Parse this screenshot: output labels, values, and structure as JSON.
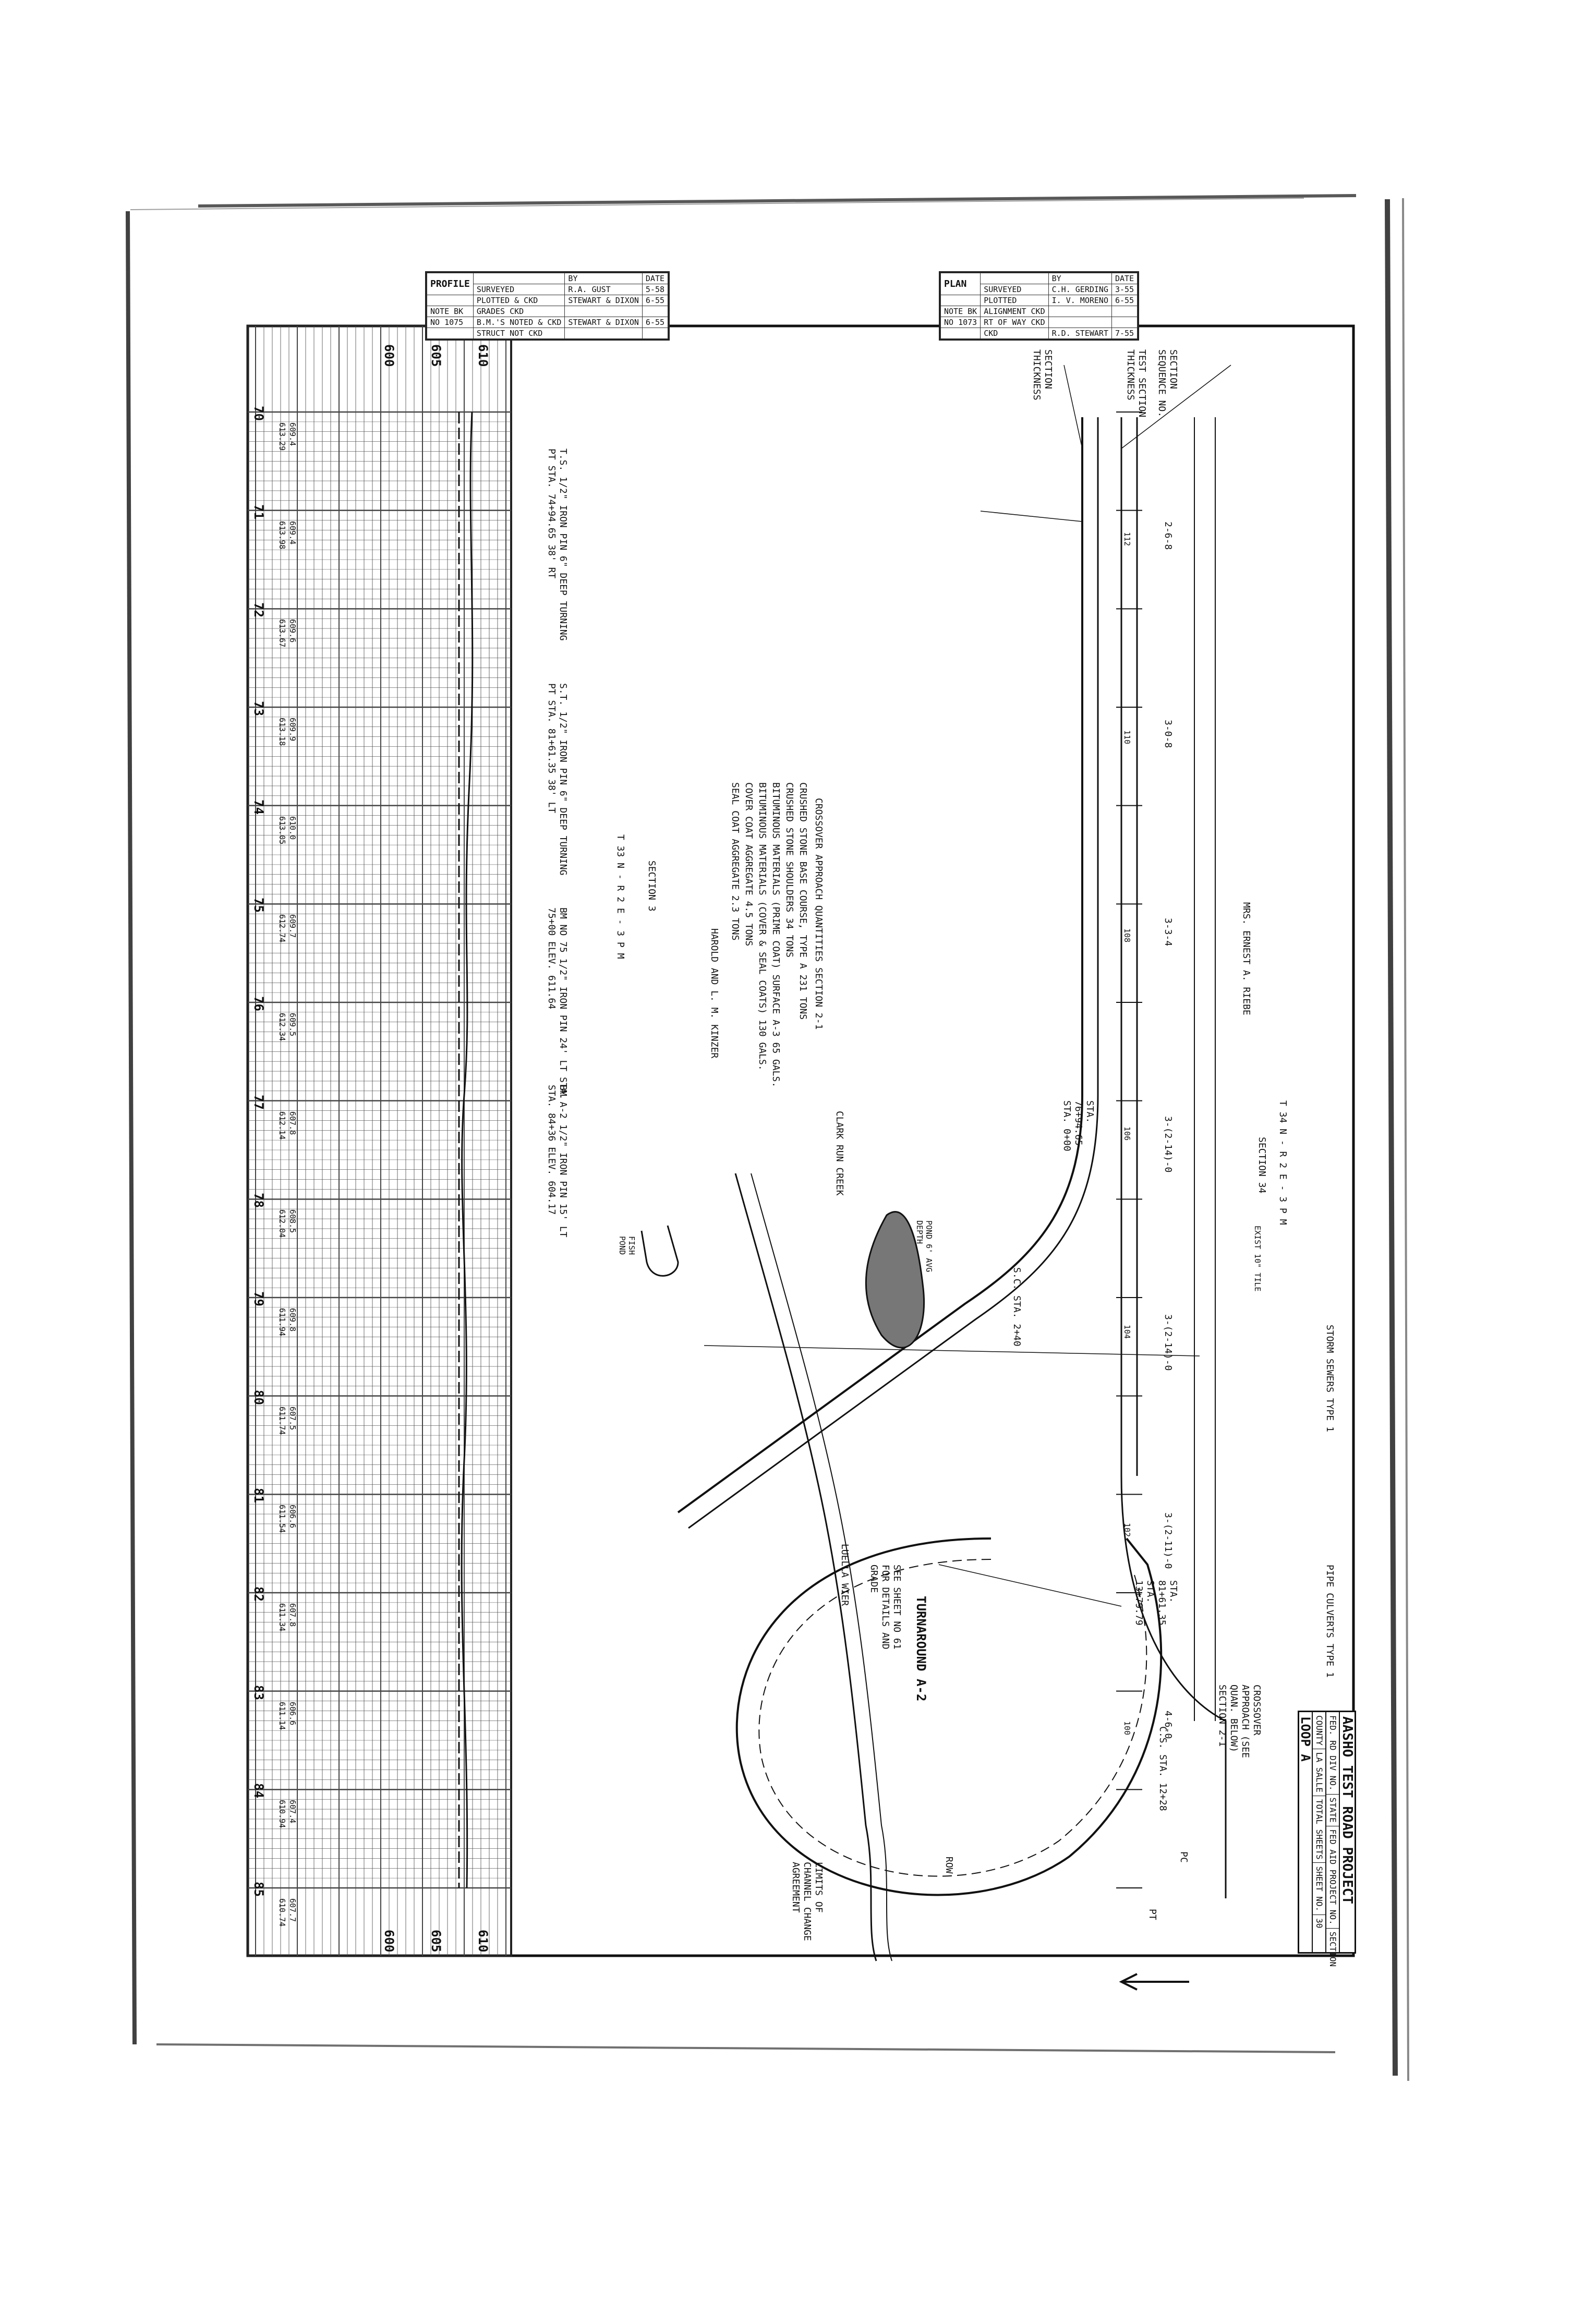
{
  "profile_block": {
    "title": "PROFILE",
    "columns": [
      "",
      "BY",
      "DATE"
    ],
    "rows": [
      {
        "label": "SURVEYED",
        "by": "R.A. GUST",
        "date": "5-58"
      },
      {
        "label": "PLOTTED & CKD",
        "by": "STEWART & DIXON",
        "date": "6-55"
      },
      {
        "label": "GRADES CKD",
        "by": "",
        "date": ""
      },
      {
        "label": "B.M.'S NOTED & CKD",
        "by": "STEWART & DIXON",
        "date": "6-55"
      },
      {
        "label": "STRUCT NOT CKD",
        "by": "",
        "date": ""
      }
    ],
    "note_bk_label": "NOTE BK",
    "note_bk_no": "NO 1075"
  },
  "plan_block": {
    "title": "PLAN",
    "columns": [
      "",
      "BY",
      "DATE"
    ],
    "rows": [
      {
        "label": "SURVEYED",
        "by": "C.H. GERDING",
        "date": "3-55"
      },
      {
        "label": "PLOTTED",
        "by": "I. V. MORENO",
        "date": "6-55"
      },
      {
        "label": "ALIGNMENT CKD",
        "by": "",
        "date": ""
      },
      {
        "label": "RT OF WAY CKD",
        "by": "",
        "date": ""
      },
      {
        "label": "CKD",
        "by": "R.D. STEWART",
        "date": "7-55"
      }
    ],
    "note_bk_label": "NOTE BK",
    "note_bk_no": "NO 1073"
  },
  "title_block": {
    "project": "AASHO TEST ROAD PROJECT",
    "fed_rd_label": "FED. RD DIV NO.",
    "state_label": "STATE",
    "fed_aid_label": "FED AID PROJECT NO.",
    "section_label": "SECTION",
    "county_label": "COUNTY",
    "county": "LA SALLE",
    "total_sheets_label": "TOTAL SHEETS",
    "sheet_no_label": "SHEET NO.",
    "sheet_no": "30",
    "loop": "LOOP A"
  },
  "profile_elevations": [
    "600",
    "605",
    "610"
  ],
  "stations": [
    "70",
    "71",
    "72",
    "73",
    "74",
    "75",
    "76",
    "77",
    "78",
    "79",
    "80",
    "81",
    "82",
    "83",
    "84",
    "85"
  ],
  "profile_readings": [
    {
      "station": "70",
      "a": "609.4",
      "b": "613.29"
    },
    {
      "station": "71",
      "a": "609.4",
      "b": "613.98"
    },
    {
      "station": "72",
      "a": "609.6",
      "b": "613.67"
    },
    {
      "station": "73",
      "a": "609.9",
      "b": "613.18"
    },
    {
      "station": "74",
      "a": "610.0",
      "b": "613.05"
    },
    {
      "station": "75",
      "a": "609.7",
      "b": "612.74"
    },
    {
      "station": "76",
      "a": "609.5",
      "b": "612.34"
    },
    {
      "station": "77",
      "a": "607.8",
      "b": "612.14"
    },
    {
      "station": "78",
      "a": "608.5",
      "b": "612.04"
    },
    {
      "station": "79",
      "a": "609.8",
      "b": "611.94"
    },
    {
      "station": "80",
      "a": "607.5",
      "b": "611.74"
    },
    {
      "station": "81",
      "a": "606.6",
      "b": "611.54"
    },
    {
      "station": "82",
      "a": "607.8",
      "b": "611.34"
    },
    {
      "station": "83",
      "a": "606.6",
      "b": "611.14"
    },
    {
      "station": "84",
      "a": "607.4",
      "b": "610.94"
    },
    {
      "station": "85",
      "a": "607.7",
      "b": "610.74"
    }
  ],
  "benchmarks": [
    "T.S. 1/2\" IRON PIN 6\" DEEP TURNING PT STA. 74+94.65 38' RT",
    "S.T. 1/2\" IRON PIN 6\" DEEP TURNING PT STA. 81+61.35 38' LT",
    "BM NO 75 1/2\" IRON PIN 24' LT STA. 75+00 ELEV. 611.64",
    "BM A-2 1/2\" IRON PIN 15' LT STA. 84+36 ELEV. 604.17"
  ],
  "crossover": {
    "heading": "CROSSOVER APPROACH QUANTITIES SECTION 2-1",
    "items": [
      "CRUSHED STONE BASE COURSE, TYPE A 231 TONS",
      "CRUSHED STONE SHOULDERS 34 TONS",
      "BITUMINOUS MATERIALS (PRIME COAT) SURFACE A-3 65 GALS.",
      "BITUMINOUS MATERIALS (COVER & SEAL COATS) 130 GALS.",
      "COVER COAT AGGREGATE 4.5 TONS",
      "SEAL COAT AGGREGATE 2.3 TONS"
    ]
  },
  "owners": [
    "MRS. ERNEST A. RIEBE",
    "HAROLD AND L. M. KINZER",
    "LUELLA WIER"
  ],
  "township": [
    "T 34 N - R 2 E - 3 P M",
    "SECTION 34",
    "T 33 N - R 2 E - 3 P M",
    "SECTION 3"
  ],
  "labels": {
    "section_seq": "SECTION SEQUENCE NO.",
    "test_section": "TEST SECTION THICKNESS",
    "section_thickness": "SECTION THICKNESS",
    "turnaround": "TURNAROUND A-2",
    "turnaround_sub": "SEE SHEET NO 61 FOR DETAILS AND GRADE",
    "clark_run": "CLARK RUN CREEK",
    "pond": "POND 6' AVG DEPTH",
    "fish_pond": "FISH POND",
    "row": "ROW",
    "channel": "LIMITS OF CHANNEL CHANGE AGREEMENT",
    "crossover_approach": "CROSSOVER APPROACH (SEE QUAN. BELOW) SECTION 2-1",
    "pipe_culverts": "PIPE CULVERTS TYPE 1",
    "storm_sewers": "STORM SEWERS TYPE 1",
    "exist_tile": "EXIST 10\" TILE",
    "sta_ts": "STA. 76+94.65  STA. 0+00",
    "sta_st": "STA. 81+61.35  STA. 13+79.79",
    "cs_sta": "C.S. STA. 12+28",
    "sc_sta": "S.C. STA. 2+40",
    "pc": "PC",
    "pt": "PT"
  },
  "test_sections": [
    "2-6-8",
    "3-0-8",
    "3-3-4",
    "3-(2-14)-0",
    "3-(2-14)-0",
    "3-(2-11)-0",
    "4-6-0"
  ],
  "seq_numbers": [
    "112",
    "110",
    "108",
    "106",
    "104",
    "102",
    "100"
  ]
}
